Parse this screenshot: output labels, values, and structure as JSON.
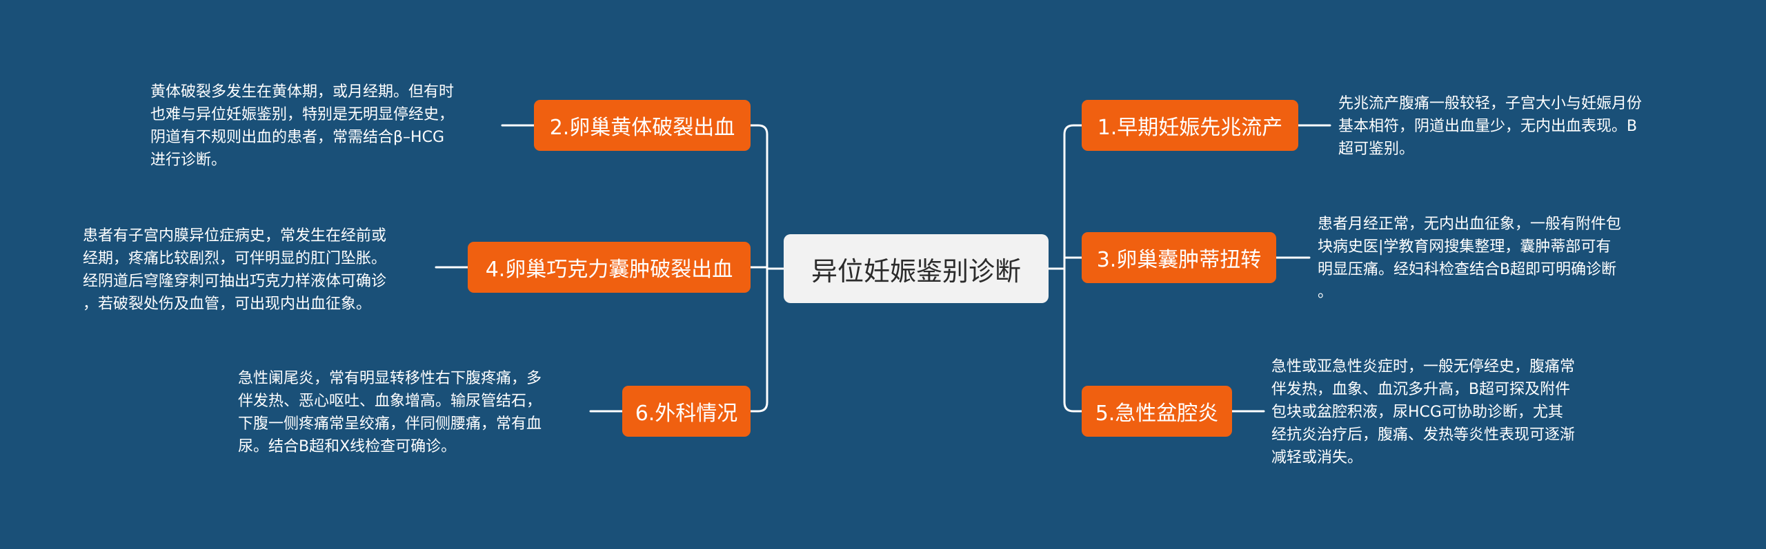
{
  "central_topic": "异位妊娠鉴别诊断",
  "colors": {
    "background": "#1a5078",
    "branch_fill": "#f06010",
    "center_fill": "#f2f2f2",
    "line": "#ffffff"
  },
  "branches": [
    {
      "label": "1.早期妊娠先兆流产",
      "detail": "先兆流产腹痛一般较轻，子宫大小与妊娠月份\n基本相符，阴道出血量少，无内出血表现。B\n超可鉴别。"
    },
    {
      "label": "2.卵巢黄体破裂出血",
      "detail": "黄体破裂多发生在黄体期，或月经期。但有时\n也难与异位妊娠鉴别，特别是无明显停经史，\n阴道有不规则出血的患者，常需结合β–HCG\n进行诊断。"
    },
    {
      "label": "3.卵巢囊肿蒂扭转",
      "detail": "患者月经正常，无内出血征象，一般有附件包\n块病史医|学教育网搜集整理，囊肿蒂部可有\n明显压痛。经妇科检查结合B超即可明确诊断\n。"
    },
    {
      "label": "4.卵巢巧克力囊肿破裂出血",
      "detail": "患者有子宫内膜异位症病史，常发生在经前或\n经期，疼痛比较剧烈，可伴明显的肛门坠胀。\n经阴道后穹隆穿刺可抽出巧克力样液体可确诊\n，若破裂处伤及血管，可出现内出血征象。"
    },
    {
      "label": "5.急性盆腔炎",
      "detail": "急性或亚急性炎症时，一般无停经史，腹痛常\n伴发热，血象、血沉多升高，B超可探及附件\n包块或盆腔积液，尿HCG可协助诊断，尤其\n经抗炎治疗后，腹痛、发热等炎性表现可逐渐\n减轻或消失。"
    },
    {
      "label": "6.外科情况",
      "detail": "急性阑尾炎，常有明显转移性右下腹疼痛，多\n伴发热、恶心呕吐、血象增高。输尿管结石，\n下腹一侧疼痛常呈绞痛，伴同侧腰痛，常有血\n尿。结合B超和X线检查可确诊。"
    }
  ]
}
